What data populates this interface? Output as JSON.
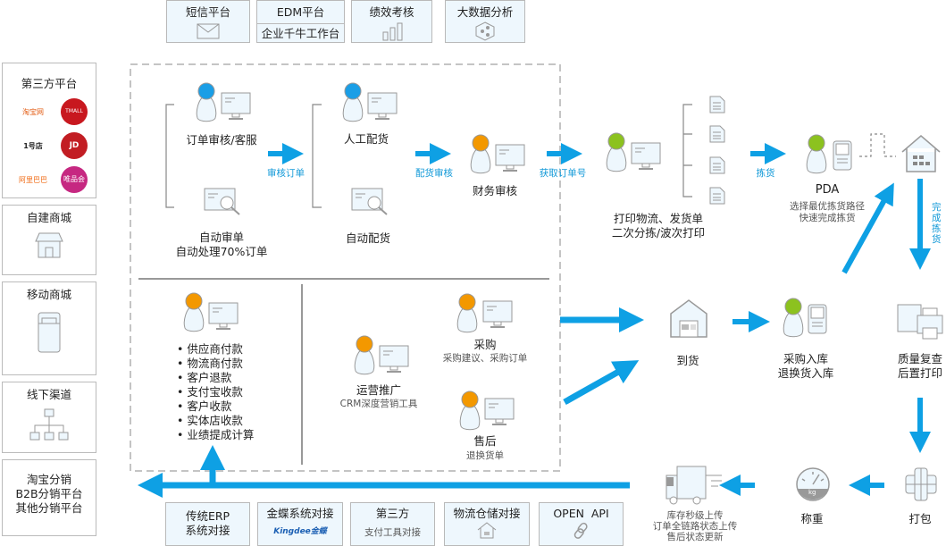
{
  "colors": {
    "accent": "#0ea0e4",
    "head_blue": "#1a9ee6",
    "head_orange": "#f39800",
    "head_green": "#8cc21f",
    "box_fill": "#eef7fd",
    "border": "#b9b9b9"
  },
  "top_boxes": [
    {
      "label": "短信平台",
      "icon": "envelope-icon"
    },
    {
      "label": "EDM平台",
      "sub": "企业千牛工作台"
    },
    {
      "label": "绩效考核",
      "icon": "bar-chart-icon"
    },
    {
      "label": "大数据分析",
      "icon": "hexagon-network-icon"
    }
  ],
  "left_boxes": [
    {
      "label": "第三方平台",
      "logos": [
        "淘宝网",
        "天猫 TMALL.COM",
        "1号店",
        "JD.COM 京东",
        "阿里巴巴",
        "唯品会 vip.com"
      ]
    },
    {
      "label": "自建商城",
      "icon": "storefront-icon"
    },
    {
      "label": "移动商城",
      "icon": "mobile-store-icon"
    },
    {
      "label": "线下渠道",
      "icon": "org-chart-icon"
    },
    {
      "label": "淘宝分销\nB2B分销平台\n其他分销平台",
      "lines": [
        "淘宝分销",
        "B2B分销平台",
        "其他分销平台"
      ]
    }
  ],
  "flow": {
    "order_review": "订单审核/客服",
    "auto_review": [
      "自动审单",
      "自动处理70%订单"
    ],
    "arrow1": "审核订单",
    "manual_pick": "人工配货",
    "auto_pick": "自动配货",
    "arrow2": "配货审核",
    "finance": "财务审核",
    "arrow3": "获取订单号",
    "print": [
      "打印物流、发货单",
      "二次分拣/波次打印"
    ],
    "arrow4": "拣货",
    "pda": "PDA",
    "pda_desc": [
      "选择最优拣货路径",
      "快速完成拣货"
    ],
    "done_pick": "完成拣货",
    "quality": [
      "质量复查",
      "后置打印"
    ],
    "pack": "打包",
    "weigh": "称重",
    "weigh_unit": "kg",
    "ship_desc": [
      "库存秒级上传",
      "订单全链路状态上传",
      "售后状态更新"
    ],
    "arrival": "到货",
    "stock_in": [
      "采购入库",
      "退换货入库"
    ]
  },
  "finance_list": [
    "供应商付款",
    "物流商付款",
    "客户退款",
    "支付宝收款",
    "客户收款",
    "实体店收款",
    "业绩提成计算"
  ],
  "purchase": {
    "title": "采购",
    "sub": "采购建议、采购订单"
  },
  "marketing": {
    "title": "运营推广",
    "sub": "CRM深度营销工具"
  },
  "aftersale": {
    "title": "售后",
    "sub": "退换货单"
  },
  "bottom_boxes": [
    {
      "lines": [
        "传统ERP",
        "系统对接"
      ]
    },
    {
      "label": "金蝶系统对接",
      "logo": "Kingdee金蝶"
    },
    {
      "label": "第三方",
      "sub": "支付工具对接"
    },
    {
      "label": "物流仓储对接",
      "icon": "warehouse-icon"
    },
    {
      "label": "OPEN  API",
      "icon": "link-icon"
    }
  ]
}
